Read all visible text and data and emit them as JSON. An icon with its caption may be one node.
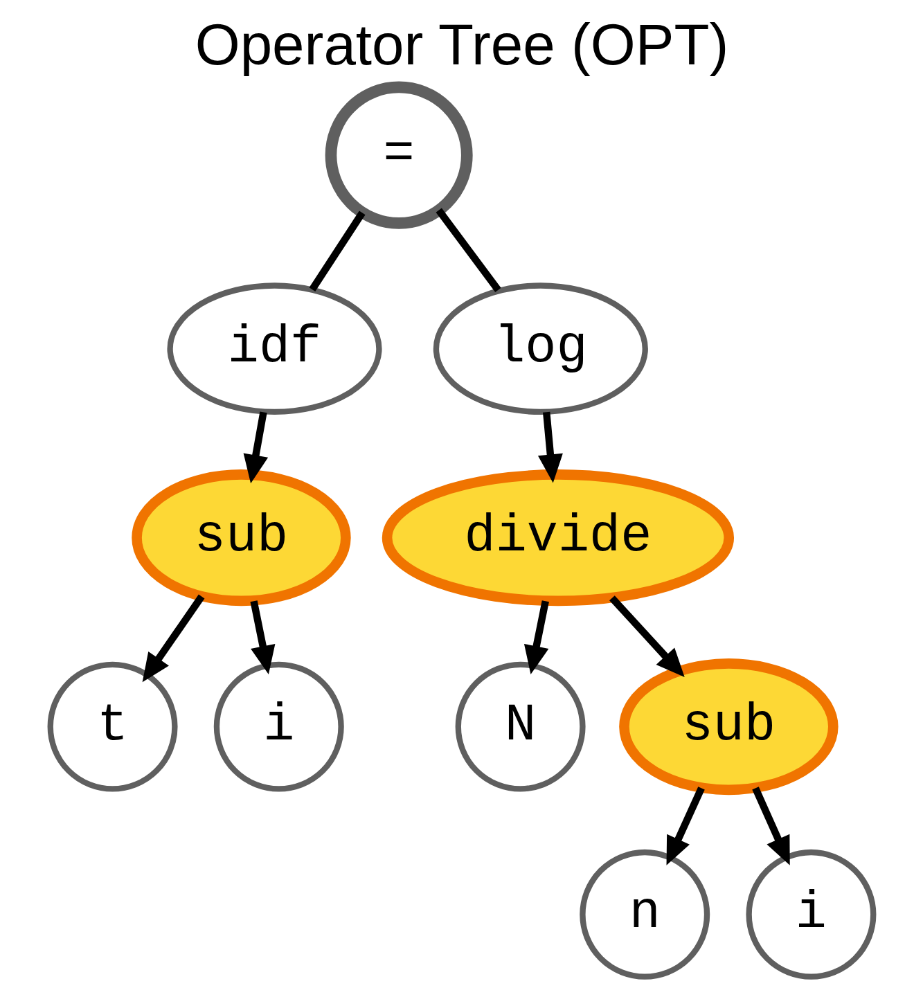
{
  "diagram": {
    "title": "Operator Tree (OPT)",
    "nodes": [
      {
        "text": [
          "="
        ]
      },
      {
        "text": [
          "idf"
        ]
      },
      {
        "text": [
          "log"
        ]
      },
      {
        "text": [
          "sub"
        ]
      },
      {
        "text": [
          "divide"
        ]
      },
      {
        "text": [
          "t"
        ]
      },
      {
        "text": [
          "i"
        ]
      },
      {
        "text": [
          "N"
        ]
      },
      {
        "text": [
          "sub"
        ]
      },
      {
        "text": [
          "n"
        ]
      },
      {
        "text": [
          "i"
        ]
      }
    ],
    "edges": [
      {
        "from": 0,
        "to": 1,
        "arrow": "none"
      },
      {
        "from": 0,
        "to": 2,
        "arrow": "none"
      },
      {
        "from": 1,
        "to": 3,
        "arrow": "to"
      },
      {
        "from": 2,
        "to": 4,
        "arrow": "to"
      },
      {
        "from": 3,
        "to": 5,
        "arrow": "to"
      },
      {
        "from": 3,
        "to": 6,
        "arrow": "to"
      },
      {
        "from": 4,
        "to": 7,
        "arrow": "to"
      },
      {
        "from": 4,
        "to": 8,
        "arrow": "to"
      },
      {
        "from": 8,
        "to": 9,
        "arrow": "to"
      },
      {
        "from": 8,
        "to": 10,
        "arrow": "to"
      }
    ]
  }
}
